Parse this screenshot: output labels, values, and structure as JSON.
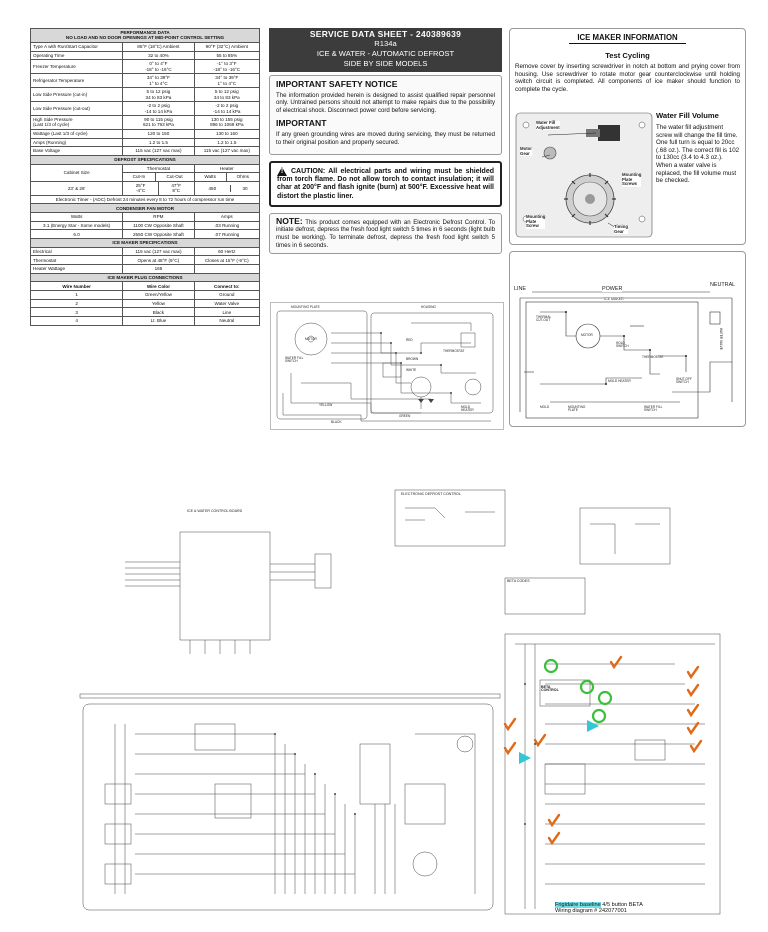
{
  "performance": {
    "title_line1": "PERFORMANCE DATA",
    "title_line2": "NO LOAD AND NO DOOR OPENINGS AT MID-POINT CONTROL SETTING",
    "col_a": "85°F (18°C) Ambient",
    "col_b": "90°F (32°C) Ambient",
    "rows": [
      {
        "label": "Type A with Run/Start Capacitor",
        "a": "",
        "b": ""
      },
      {
        "label": "Operating Time",
        "a": "32 to 40%",
        "b": "55 to 85%"
      },
      {
        "label": "Freezer Temperature",
        "a": "0° to 4°F\n-18° to -16°C",
        "b": "-1° to 3°F\n-18° to -16°C"
      },
      {
        "label": "Refrigerator Temperature",
        "a": "34° to 39°F\n1° to 4°C",
        "b": "34° to 39°F\n1° to 4°C"
      },
      {
        "label": "Low Side Pressure (cut-in)",
        "a": "5 to 12 psig\n34 to 83 kPa",
        "b": "5 to 12 psig\n34 to 83 kPa"
      },
      {
        "label": "Low Side Pressure (cut-out)",
        "a": "-2 to 2 psig\n-14 to 14 kPa",
        "b": "-2 to 2 psig\n-14 to 14 kPa"
      },
      {
        "label": "High Side Pressure\n(Last 1/3 of cycle)",
        "a": "90 to 115 psig\n621 to 793 kPa",
        "b": "130 to 155 psig\n896 to 1069 kPa"
      },
      {
        "label": "Wattage (Last 1/3 of cycle)",
        "a": "120 to 150",
        "b": "130 to 160"
      },
      {
        "label": "Amps (Running)",
        "a": "1.2 to 1.5",
        "b": "1.2 to 1.5"
      },
      {
        "label": "Base Voltage",
        "a": "115 vac (127 vac max)",
        "b": "115 vac (127 vac max)"
      }
    ],
    "defrost_title": "DEFROST SPECIFICATIONS",
    "cabinet_size": "Cabinet Size",
    "thermostat": "Thermostat",
    "heater": "Heater",
    "cut_in": "Cut-In",
    "cut_out": "Cut-Out",
    "watts": "Watts",
    "ohms": "Ohms",
    "defrost_row": {
      "size": "23' & 26'",
      "cut_in": "25°F\n-4°C",
      "cut_out": "47°F\n8°C",
      "watts": "450",
      "ohms": "30"
    },
    "timer_note": "Electronic Timer - (ADC) Defrost 24 minutes every 8 to 72 hours of compressor run time",
    "fan_title": "CONDENSER FAN MOTOR",
    "fan_cols": [
      "Watts",
      "RPM",
      "Amps"
    ],
    "fan_rows": [
      [
        "3.1 (Energy Star - Some models)",
        "1100 CW Opposite Shaft",
        ".03 Running"
      ],
      [
        "6.0",
        "2550 CW Opposite Shaft",
        ".07 Running"
      ]
    ],
    "ice_spec_title": "ICE MAKER SPECIFICATIONS",
    "ice_spec_rows": [
      [
        "Electrical",
        "115 vac (127 vac max)",
        "60 Hertz"
      ],
      [
        "Thermostat",
        "Opens at 48°F (9°C)",
        "Closes at 15°F (-9°C)"
      ],
      [
        "Heater Wattage",
        "165",
        ""
      ]
    ],
    "plug_title": "ICE MAKER PLUG CONNECTIONS",
    "plug_cols": [
      "Wire Number",
      "Wire Color",
      "Connect to:"
    ],
    "plug_rows": [
      [
        "1",
        "Green/Yellow",
        "Ground"
      ],
      [
        "2",
        "Yellow",
        "Water Valve"
      ],
      [
        "3",
        "Black",
        "Line"
      ],
      [
        "4",
        "Lt. Blue",
        "Neutral"
      ]
    ]
  },
  "sheet": {
    "title": "SERVICE DATA SHEET  -  240389639",
    "refrigerant": "R134a",
    "line2": "ICE & WATER  -  AUTOMATIC DEFROST",
    "line3": "SIDE BY SIDE MODELS",
    "safety_title": "IMPORTANT SAFETY NOTICE",
    "safety_text": "The information provided herein is designed to assist qualified repair personnel only. Untrained persons should not attempt to make repairs due to the possibility of electrical shock. Disconnect power cord before servicing.",
    "important_title": "IMPORTANT",
    "important_text": "If any green grounding wires are moved during servicing, they must be returned to their original position and properly secured.",
    "caution_text": "CAUTION: All electrical parts and wiring must be shielded from torch flame. Do not allow torch to contact insulation; it will char at 200°F and flash ignite (burn) at 500°F. Excessive heat will distort the plastic liner.",
    "note_label": "NOTE:",
    "note_text": "This product comes equipped with an Electronic Defrost Control. To initiate defrost, depress the fresh food light switch 5 times in 6 seconds (light bulb must be working). To terminate defrost, depress the fresh food light switch 5 times in 6 seconds."
  },
  "ice_maker": {
    "title": "ICE MAKER INFORMATION",
    "test_title": "Test Cycling",
    "test_text": "Remove cover by inserting screwdriver in notch at bottom and prying cover from housing. Use screwdriver to rotate motor gear counterclockwise until holding switch circuit is completed. All components of ice maker should function to complete the cycle.",
    "fill_title": "Water Fill Volume",
    "fill_text": "The water fill adjustment screw will change the fill time. One full turn is equal to 20cc (.68 oz.). The correct fill is 102 to 130cc (3.4 to 4.3 oz.). When a water valve is replaced, the fill volume must be checked.",
    "labels": {
      "water_fill": "Water Fill\nAdjustment",
      "motor_gear": "Motor\nGear",
      "mounting_plate": "Mounting\nPlate\nScrews",
      "mounting_screw": "Mounting\nPlate\nScrew",
      "timing_gear": "Timing\nGear"
    }
  },
  "circuit": {
    "line": "LINE",
    "power": "POWER",
    "neutral": "NEUTRAL",
    "ice_maker": "ICE MAKER",
    "thermal_cutout": "THERMAL\nCUT-OUT",
    "motor": "MOTOR",
    "hold_switch": "HOLD\nSWITCH",
    "thermostat": "THERMOSTAT",
    "mold_heater": "MOLD HEATER",
    "shut_off": "SHUT-OFF\nSWITCH",
    "water_fill_switch": "WATER FILL\nSWITCH",
    "mold": "MOLD",
    "mounting_plate": "MOUNTING\nPLATE",
    "water_valve": "WATER VALVE"
  },
  "wiring": {
    "mount_plate": "MOUNT'ING PLATE",
    "housing": "HOUSING",
    "motor": "MOTOR",
    "thermostat": "THERMOSTAT",
    "water_fill": "WATER FILL\nSWITCH",
    "mold_heater": "MOLD\nHEATER",
    "black": "BLACK",
    "yellow": "YELLOW",
    "green": "GREEN",
    "brown": "BROWN",
    "red": "RED",
    "white": "WHITE"
  },
  "schematic": {
    "control_board": "ICE & WATER CONTROL BOARD",
    "elec_control": "ELECTRONIC DEFROST CONTROL",
    "beta_control": "BETA\nCONTROL",
    "beta_codes": "BETA CODES",
    "highlight": "Frigidaire baseline",
    "caption_rest": "4/5 button BETA",
    "diagram_no": "Wiring diagram # 242077001"
  },
  "colors": {
    "header_bg": "#3c3c3c",
    "check": "#e06a1a",
    "circle": "#3cbf3c",
    "arrow": "#33c6d6",
    "highlight": "#6fe0e8"
  }
}
